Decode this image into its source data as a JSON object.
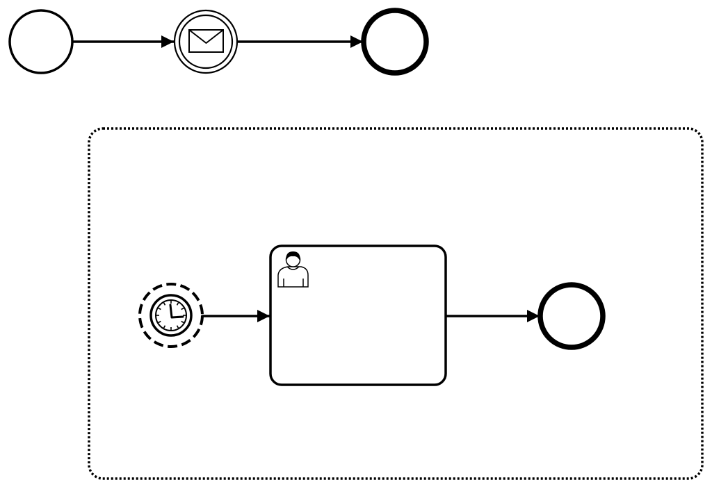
{
  "diagram": {
    "type": "bpmn",
    "colors": {
      "stroke": "#000000",
      "fill": "#ffffff"
    },
    "top_process": {
      "start_event": {
        "kind": "none-start-event",
        "icon": "none"
      },
      "intermediate_event": {
        "kind": "intermediate-message-catch-event",
        "icon": "envelope-icon"
      },
      "end_event": {
        "kind": "none-end-event",
        "icon": "none"
      },
      "flows": [
        "start-to-message",
        "message-to-end"
      ]
    },
    "event_subprocess": {
      "kind": "event-subprocess",
      "border": "dotted",
      "start_event": {
        "kind": "timer-start-event-non-interrupting",
        "icon": "clock-icon"
      },
      "task": {
        "kind": "user-task",
        "icon": "user-icon",
        "label": ""
      },
      "end_event": {
        "kind": "none-end-event",
        "icon": "none"
      },
      "flows": [
        "timer-to-task",
        "task-to-end"
      ]
    }
  }
}
